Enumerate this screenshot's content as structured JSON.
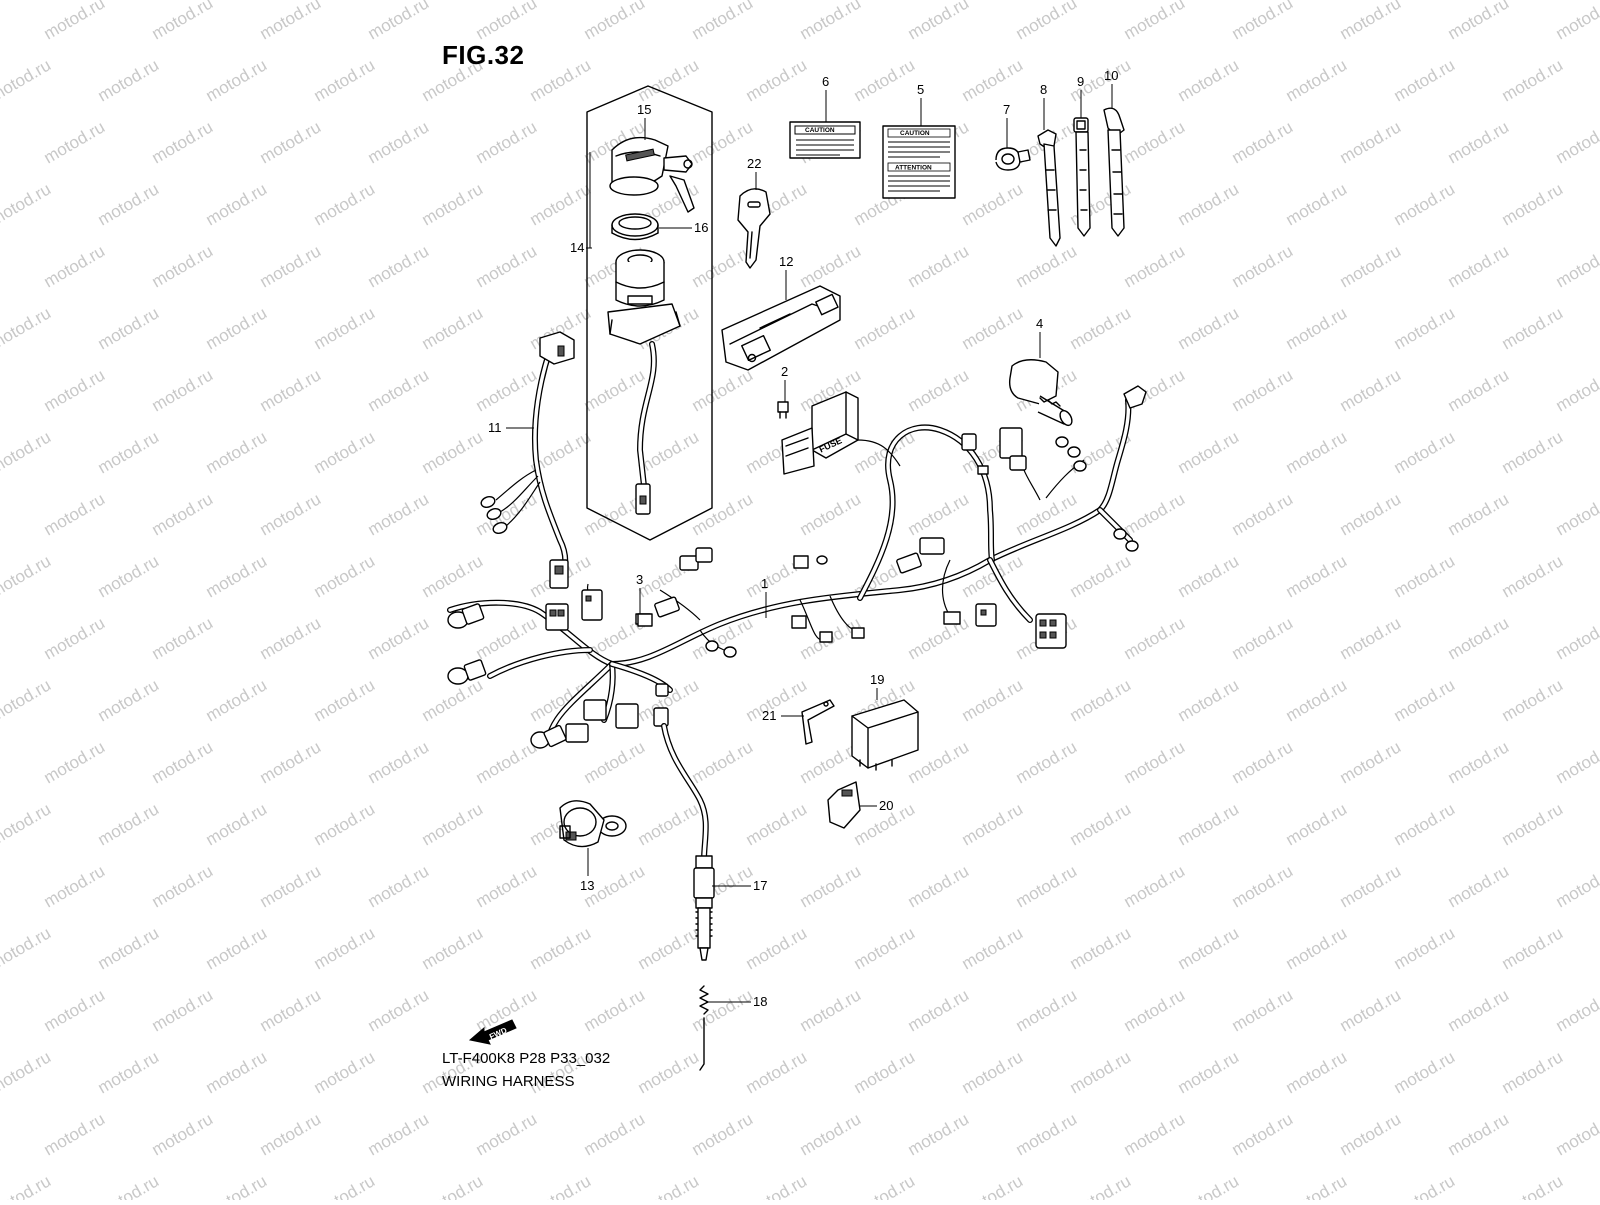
{
  "figure": {
    "title": "FIG.32",
    "drawing_code": "LT-F400K8 P28 P33_032",
    "name": "WIRING HARNESS"
  },
  "watermark": "motod.ru",
  "direction_marker": "FWD",
  "labels": {
    "caution": "CAUTION",
    "attention": "ATTENTION",
    "fuse": "FUSE"
  },
  "callouts": [
    {
      "id": "1",
      "part": "main-wiring-harness"
    },
    {
      "id": "2",
      "part": "fuse"
    },
    {
      "id": "3",
      "part": "connector"
    },
    {
      "id": "4",
      "part": "connector-cover"
    },
    {
      "id": "5",
      "part": "caution-label"
    },
    {
      "id": "6",
      "part": "caution-label"
    },
    {
      "id": "7",
      "part": "clamp"
    },
    {
      "id": "8",
      "part": "clamp"
    },
    {
      "id": "9",
      "part": "cable-tie"
    },
    {
      "id": "10",
      "part": "cable-tie"
    },
    {
      "id": "11",
      "part": "sub-harness"
    },
    {
      "id": "12",
      "part": "bracket"
    },
    {
      "id": "13",
      "part": "switch"
    },
    {
      "id": "14",
      "part": "ignition-switch-assy"
    },
    {
      "id": "15",
      "part": "ignition-switch-cap"
    },
    {
      "id": "16",
      "part": "nut"
    },
    {
      "id": "17",
      "part": "sensor"
    },
    {
      "id": "18",
      "part": "spring"
    },
    {
      "id": "19",
      "part": "relay"
    },
    {
      "id": "20",
      "part": "connector"
    },
    {
      "id": "21",
      "part": "relay-bracket"
    },
    {
      "id": "22",
      "part": "key-blank"
    }
  ]
}
